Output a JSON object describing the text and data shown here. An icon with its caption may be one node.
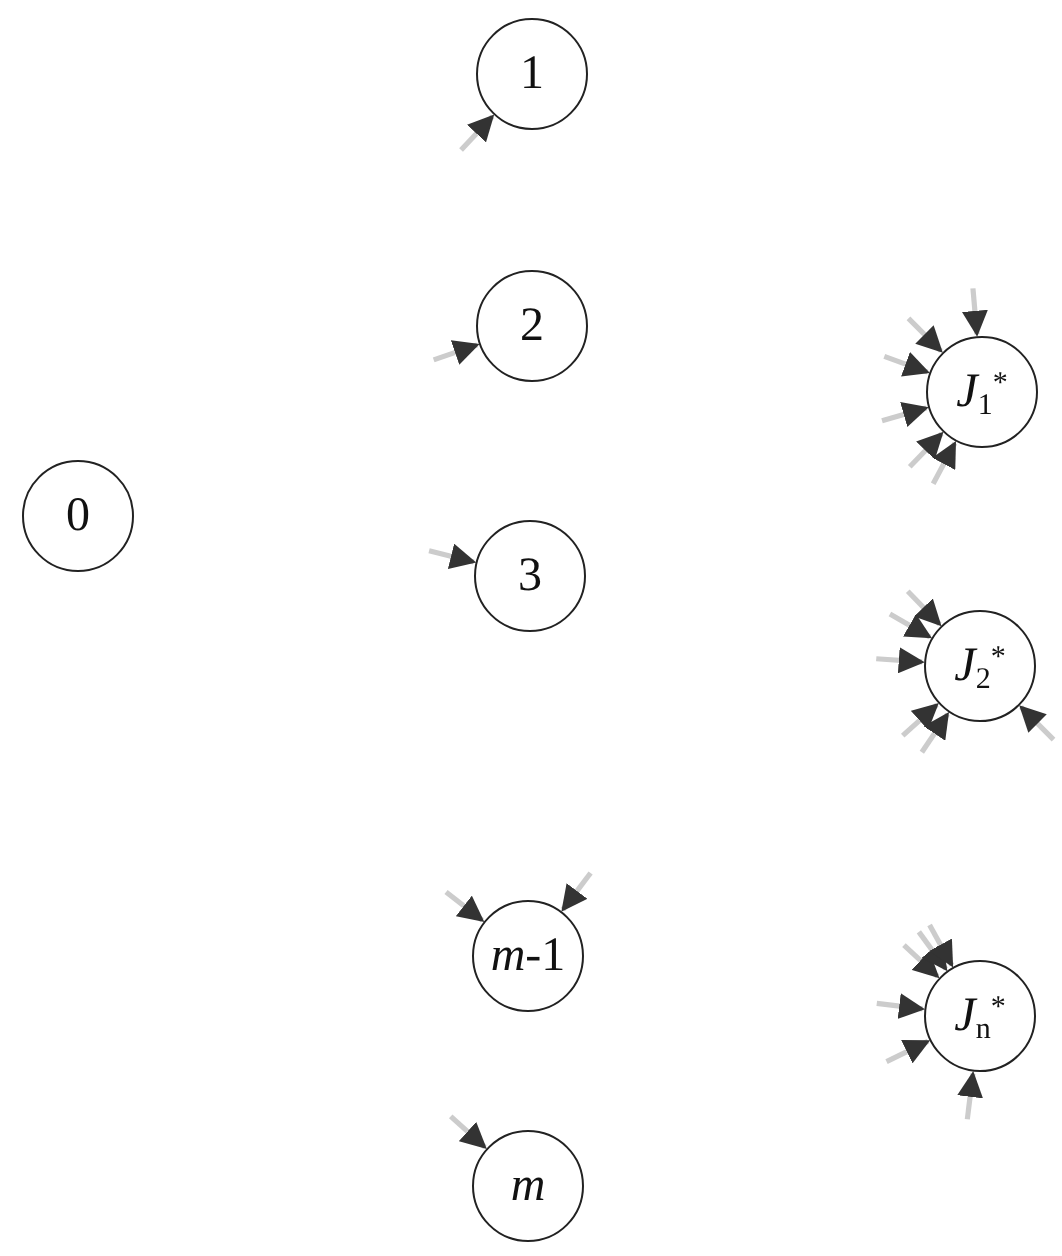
{
  "diagram": {
    "nodes": [
      {
        "text": [
          "0"
        ]
      },
      {
        "text": [
          "1"
        ]
      },
      {
        "text": [
          "2"
        ]
      },
      {
        "text": [
          "3"
        ]
      },
      {
        "text": [
          "*m*-1"
        ]
      },
      {
        "text": [
          "*m*"
        ]
      },
      {
        "text": [
          "*J*$_{1}$$^{*}$"
        ]
      },
      {
        "text": [
          "*J*$_{2}$$^{*}$"
        ]
      },
      {
        "text": [
          "*J*$_{n}$$^{*}$"
        ]
      }
    ],
    "edges": [
      {
        "from": null,
        "to": 1,
        "arrow": "to"
      },
      {
        "from": null,
        "to": 2,
        "arrow": "to"
      },
      {
        "from": null,
        "to": 3,
        "arrow": "to"
      },
      {
        "from": null,
        "to": 4,
        "arrow": "to"
      },
      {
        "from": null,
        "to": 4,
        "arrow": "to"
      },
      {
        "from": null,
        "to": 5,
        "arrow": "to"
      },
      {
        "from": null,
        "to": 6,
        "arrow": "to"
      },
      {
        "from": null,
        "to": 6,
        "arrow": "to"
      },
      {
        "from": null,
        "to": 6,
        "arrow": "to"
      },
      {
        "from": null,
        "to": 6,
        "arrow": "to"
      },
      {
        "from": null,
        "to": 6,
        "arrow": "to"
      },
      {
        "from": null,
        "to": 6,
        "arrow": "to"
      },
      {
        "from": null,
        "to": 7,
        "arrow": "to"
      },
      {
        "from": null,
        "to": 7,
        "arrow": "to"
      },
      {
        "from": null,
        "to": 7,
        "arrow": "to"
      },
      {
        "from": null,
        "to": 7,
        "arrow": "to"
      },
      {
        "from": null,
        "to": 7,
        "arrow": "to"
      },
      {
        "from": null,
        "to": 7,
        "arrow": "to"
      },
      {
        "from": null,
        "to": 8,
        "arrow": "to"
      },
      {
        "from": null,
        "to": 8,
        "arrow": "to"
      },
      {
        "from": null,
        "to": 8,
        "arrow": "to"
      },
      {
        "from": null,
        "to": 8,
        "arrow": "to"
      },
      {
        "from": null,
        "to": 8,
        "arrow": "to"
      },
      {
        "from": null,
        "to": 8,
        "arrow": "to"
      }
    ]
  }
}
